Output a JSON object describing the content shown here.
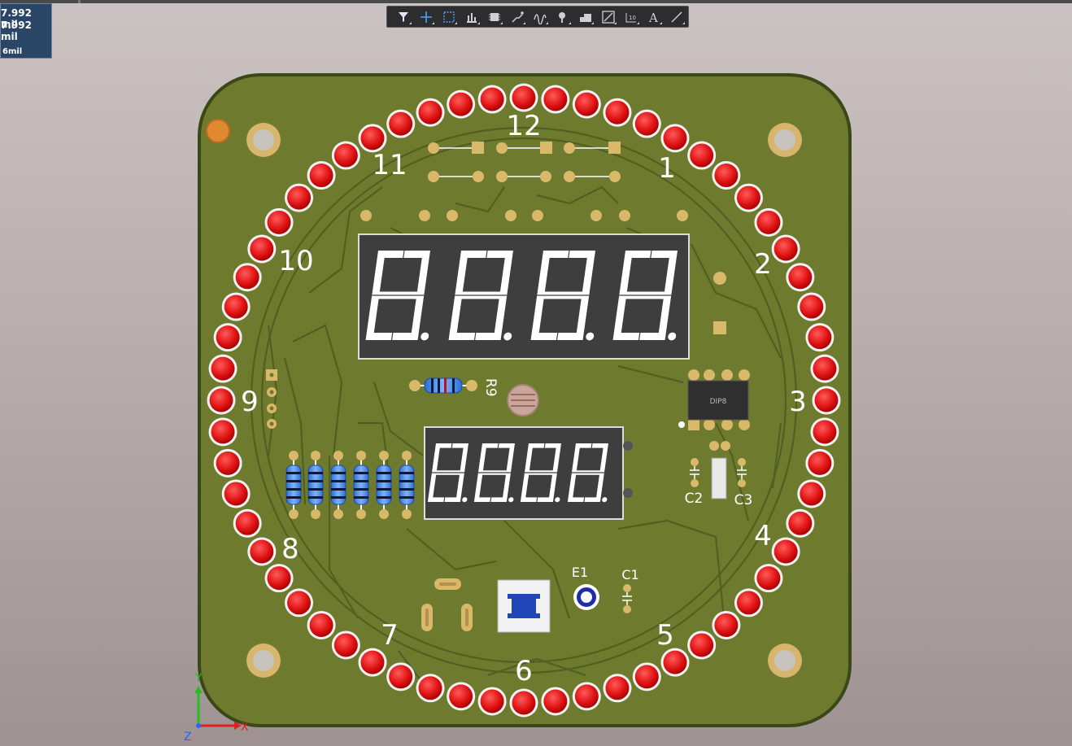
{
  "info_panel": {
    "line1": "7.992 mil",
    "line2": "7.992 mil",
    "line3": "6mil"
  },
  "toolbar": {
    "tools": [
      {
        "name": "filter-icon"
      },
      {
        "name": "crosshair-icon"
      },
      {
        "name": "select-rect-icon"
      },
      {
        "name": "align-icon"
      },
      {
        "name": "component-icon"
      },
      {
        "name": "route-icon"
      },
      {
        "name": "diff-pair-icon"
      },
      {
        "name": "pad-icon"
      },
      {
        "name": "polygon-icon"
      },
      {
        "name": "graph-icon"
      },
      {
        "name": "dimension-icon"
      },
      {
        "name": "text-icon"
      },
      {
        "name": "line-icon"
      }
    ]
  },
  "board": {
    "colors": {
      "board": "#6d7a2e",
      "edge": "#3d4a1a",
      "led": "#e01818",
      "pad": "#d9b86a",
      "display": "#3f3f3f"
    },
    "clock_numbers": [
      "12",
      "1",
      "2",
      "3",
      "4",
      "5",
      "6",
      "7",
      "8",
      "9",
      "10",
      "11"
    ],
    "labels": {
      "r9": "R9",
      "dip": "DIP8",
      "c2": "C2",
      "c3": "C3",
      "e1": "E1",
      "c1": "C1"
    },
    "axes": {
      "x": "X",
      "y": "Y",
      "z": "Z"
    }
  }
}
